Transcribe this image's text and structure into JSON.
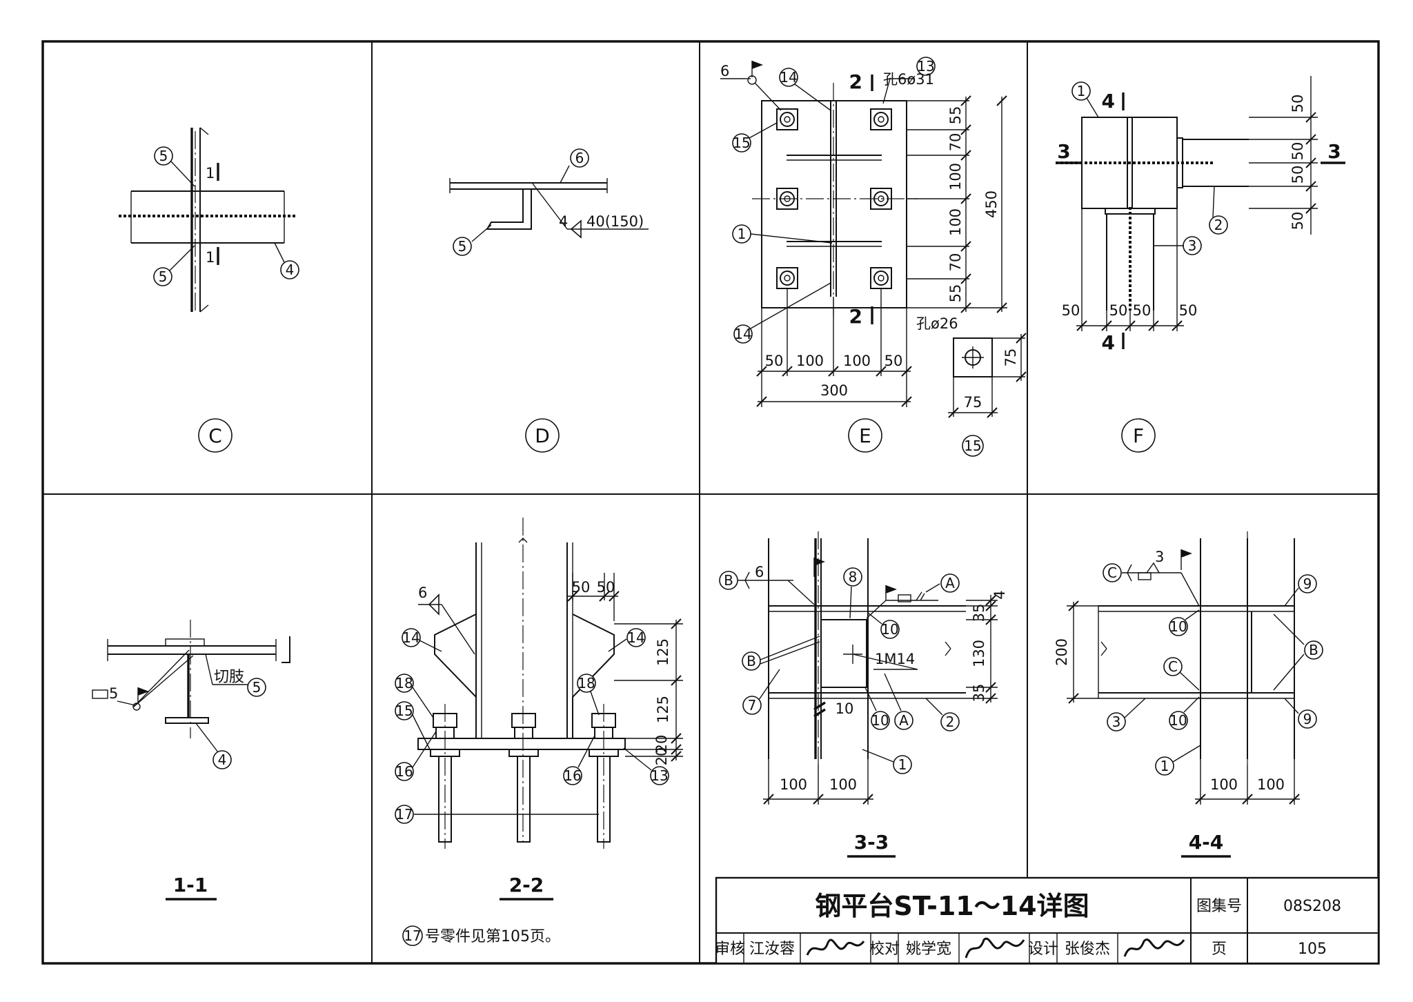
{
  "title_block": {
    "title": "钢平台ST-11～14详图",
    "atlas_label": "图集号",
    "atlas_no": "08S208",
    "page_label": "页",
    "page_no": "105",
    "review_label": "审核",
    "reviewer": "江汝蓉",
    "check_label": "校对",
    "checker": "姚学宽",
    "design_label": "设计",
    "designer": "张俊杰"
  },
  "note": {
    "ref": "17",
    "text": "号零件见第105页。"
  },
  "panels": {
    "c": {
      "caption": "C",
      "parts": [
        "5",
        "5",
        "4"
      ],
      "cut": "1"
    },
    "d": {
      "caption": "D",
      "parts": [
        "6",
        "5"
      ],
      "weld": "4",
      "weld_len": "40(150)"
    },
    "e": {
      "caption": "E",
      "parts": [
        "14",
        "13",
        "15",
        "1",
        "14"
      ],
      "weld": "6",
      "cut": "2",
      "hole_main": "孔6ø31",
      "hole_plate": "孔ø26",
      "vdims": [
        "55",
        "70",
        "100",
        "100",
        "70",
        "55"
      ],
      "vtotal": "450",
      "hdims": [
        "50",
        "100",
        "100",
        "50"
      ],
      "htotal": "300",
      "plate_w": "75",
      "plate_h": "75",
      "plate_ref": "15"
    },
    "f": {
      "caption": "F",
      "parts": [
        "1",
        "2",
        "3"
      ],
      "cut_a": "4",
      "cut_b": "3",
      "vdims": [
        "50",
        "50",
        "50",
        "50"
      ],
      "hdims": [
        "50",
        "50",
        "50",
        "50"
      ]
    },
    "s11": {
      "caption": "1-1",
      "parts": [
        "5",
        "4"
      ],
      "weld": "5",
      "note": "切肢"
    },
    "s22": {
      "caption": "2-2",
      "parts": [
        "14",
        "14",
        "18",
        "15",
        "16",
        "17",
        "18",
        "16",
        "13"
      ],
      "weld": "6",
      "top_dims": [
        "50",
        "50"
      ],
      "vdims": [
        "125",
        "125",
        "20",
        "20"
      ]
    },
    "s33": {
      "caption": "3-3",
      "parts": [
        "B",
        "8",
        "A",
        "10",
        "B",
        "7",
        "10",
        "A",
        "2",
        "1"
      ],
      "weld_b": "6",
      "bolt": "1M14",
      "gap": "10",
      "vdims": [
        "4",
        "35",
        "130",
        "35"
      ],
      "hdims": [
        "100",
        "100"
      ]
    },
    "s44": {
      "caption": "4-4",
      "parts": [
        "C",
        "10",
        "9",
        "B",
        "C",
        "10",
        "9",
        "3",
        "1"
      ],
      "weld_c": "3",
      "height": "200",
      "hdims": [
        "100",
        "100"
      ]
    }
  }
}
